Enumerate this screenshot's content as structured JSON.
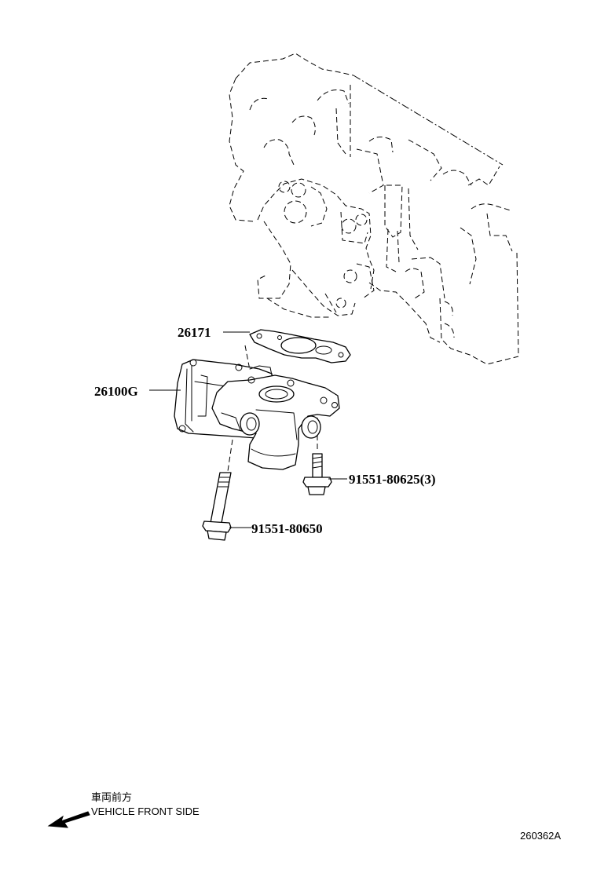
{
  "callouts": {
    "gasket": "26171",
    "egr_valve": "26100G",
    "short_bolt": "91551-80625(3)",
    "long_bolt": "91551-80650"
  },
  "direction": {
    "jp": "車両前方",
    "en": "VEHICLE FRONT SIDE",
    "icon": "arrow-left-down-icon"
  },
  "figure_ref": "260362A"
}
